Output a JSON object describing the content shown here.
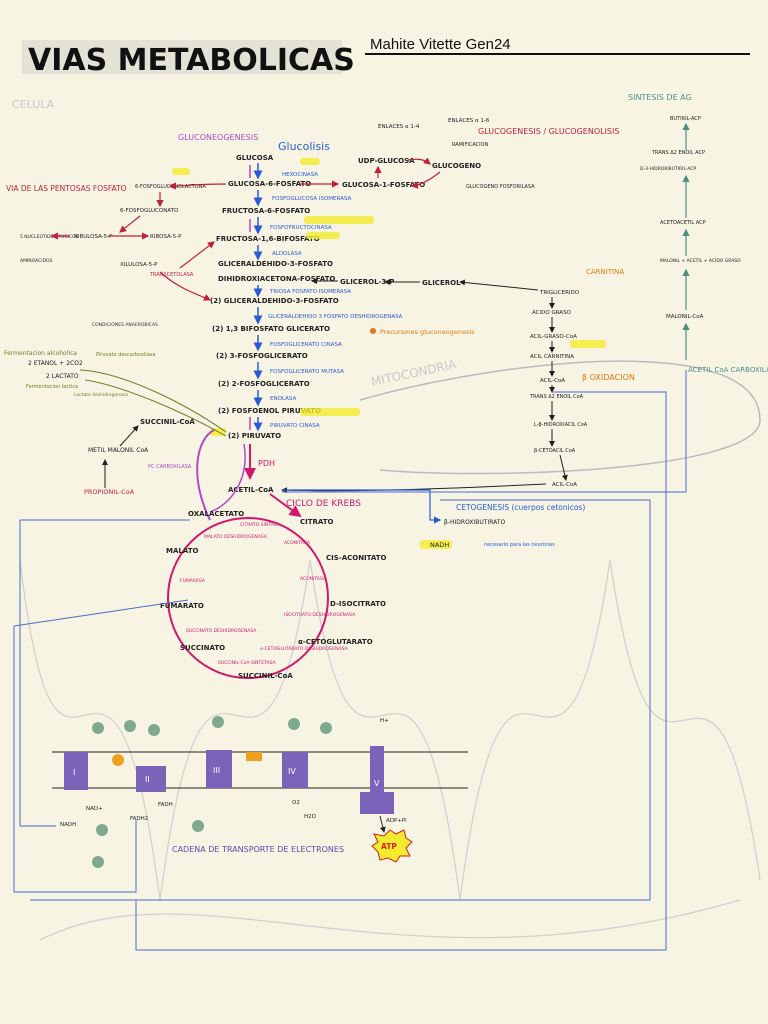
{
  "header": {
    "title": "VIAS METABOLICAS",
    "author": "Mahite Vitette Gen24",
    "cell_label": "CELULA",
    "mito_label": "MITOCONDRIA"
  },
  "glycolysis": {
    "title": "Glucolisis",
    "gluconeo_title": "GLUCONEOGENESIS",
    "steps": [
      "GLUCOSA",
      "GLUCOSA-6-FOSFATO",
      "FRUCTOSA-6-FOSFATO",
      "FRUCTOSA-1,6-BIFOSFATO",
      "GLICERALDEHIDO-3-FOSFATO",
      "DIHIDROXIACETONA-FOSFATO",
      "(2) GLICERALDEHIDO-3-FOSFATO",
      "(2) 1,3 BIFOSFATO GLICERATO",
      "(2) 3-FOSFOGLICERATO",
      "(2) 2-FOSFOGLICERATO",
      "(2) FOSFOENOL PIRUVATO",
      "(2) PIRUVATO"
    ],
    "enzymes": [
      "HEXOCINASA",
      "FOSFOGLUCOSA ISOMERASA",
      "FOSFOFRUCTOCINASA",
      "ALDOLASA",
      "TRIOSA FOSFATO ISOMERASA",
      "GLICERALDEHIDO 3 FOSFATO DESHIDROGENASA",
      "FOSFOGLICERATO CINASA",
      "FOSFOGLICERATO MUTASA",
      "ENOLASA",
      "PIRUVATO CINASA"
    ],
    "glycerol": [
      "GLICEROL",
      "GLICEROL-3-P"
    ],
    "precursores": "Precursores gluconeogenesis"
  },
  "pentose": {
    "title": "VIA DE LAS PENTOSAS FOSFATO",
    "items": [
      "6-FOSFOGLUCONOLACTONA",
      "6-FOSFOGLUCONATO",
      "RIBULOSA-5-P",
      "RIBOSA-5-P",
      "XILULOSA-5-P",
      "5 NUCLEOTIDOS PURICOS",
      "AMINOACIDOS"
    ],
    "transcetolasa": "TRANSCETOLASA"
  },
  "glycogen": {
    "title": "GLUCOGENESIS / GLUCOGENOLISIS",
    "items": [
      "UDP-GLUCOSA",
      "GLUCOSA-1-FOSFATO",
      "GLUCOGENO",
      "ENLACES α 1-4",
      "ENLACES α 1-6",
      "RAMIFICACION",
      "GLUCOGENO FOSFORILASA"
    ]
  },
  "fermentation": {
    "items": [
      "Fermentacion alcoholica",
      "2 ETANOL + 2CO2",
      "2 LACTATO",
      "Fermentacion lactica",
      "Piruvato descarboxilasa",
      "Lactato deshidrogenasa",
      "CONDICIONES ANAEROBICAS"
    ]
  },
  "center": {
    "acetil": "ACETIL-CoA",
    "pdh": "PDH",
    "succinil": "SUCCINIL-CoA",
    "metil": "METIL MALONIL CoA",
    "propionil": "PROPIONIL-CoA",
    "pc": "PC CARBOXILASA"
  },
  "krebs": {
    "title": "CICLO DE KREBS",
    "intermediates": [
      "OXALACETATO",
      "CITRATO",
      "CIS-ACONITATO",
      "D-ISOCITRATO",
      "α-CETOGLUTARATO",
      "SUCCINIL-CoA",
      "SUCCINATO",
      "FUMARATO",
      "MALATO"
    ],
    "enzymes": [
      "CITRATO SINTASA",
      "ACONITASA",
      "ACONITASA",
      "ISOCITRATO DESHIDROGENASA",
      "α-CETOGLUTARATO DESHIDROGENASA",
      "SUCCINIL-CoA SINTETASA",
      "SUCCINATO DESHIDROGENASA",
      "FUMARASA",
      "MALATO DESHIDROGENASA"
    ]
  },
  "fatty_acid": {
    "synthesis_title": "SINTESIS DE AG",
    "synthesis_items": [
      "BUTIRIL-ACP",
      "TRANS Δ2 ENOIL ACP",
      "D-3-HIDROXIBUTIRIL-ACP",
      "ACETOACETIL ACP",
      "MALONIL + ACETIL + ACIDO GRASO",
      "MALONIL-CoA"
    ],
    "carboxilasa": "ACETIL CoA CARBOXILASA",
    "carnitina": "CARNITINA",
    "beta_title": "β OXIDACION",
    "beta_items": [
      "TRIGLICERIDO",
      "ACIDO GRASO",
      "ACIL-GRASO-CoA",
      "ACIL CARNITINA",
      "ACIL-CoA",
      "TRANS Δ2 ENOIL CoA",
      "L-β-HIDROXIACIL CoA",
      "β-CETOACIL CoA",
      "ACIL-CoA"
    ]
  },
  "ketogenesis": {
    "title": "CETOGENESIS (cuerpos cetonicos)",
    "item": "β-HIDROXIBUTIRATO",
    "nadh": "NADH",
    "note": "necesario para las neuronas"
  },
  "etc": {
    "title": "CADENA DE TRANSPORTE DE ELECTRONES",
    "complexes": [
      "I",
      "II",
      "III",
      "IV",
      "V"
    ],
    "atp": "ATP",
    "labels": [
      "NADH",
      "NAD+",
      "FADH",
      "FADH2",
      "O2",
      "H2O",
      "ADP+Pi",
      "H+"
    ]
  },
  "colors": {
    "background": "#f7f4e3",
    "glycolysis": "#2a5bd7",
    "gluconeo": "#b04ac8",
    "pentose": "#c0213a",
    "krebs": "#d0186e",
    "fatty": "#4f8f86",
    "beta": "#e07a10",
    "complex": "#7a63b8",
    "highlight": "#f3ec2e"
  }
}
